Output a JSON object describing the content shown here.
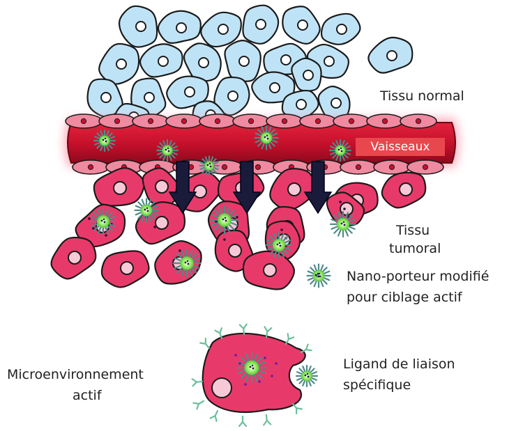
{
  "labels": {
    "normal_tissue": "Tissu normal",
    "vessel": "Vaisseaux",
    "tumor_line1": "Tissu",
    "tumor_line2": "tumoral",
    "legend_nano_line1": "Nano-porteur modifié",
    "legend_nano_line2": "pour ciblage actif",
    "ligand_line1": "Ligand de liaison",
    "ligand_line2": "spécifique",
    "micro_line1": "Microenvironnement",
    "micro_line2": "actif"
  },
  "colors": {
    "normal_cell_fill": "#bfe3f6",
    "tumor_cell_fill": "#e83a6a",
    "nucleus_fill": "#f7c9d6",
    "vessel_fill": "#c0102a",
    "vessel_glow": "#ff9eb0",
    "endothelial_fill": "#f08aa0",
    "arrow_fill": "#1a1a3a",
    "nanocarrier_core": "#7de84a",
    "nanocarrier_spikes": "#4f8a8a",
    "ligand": "#6bbf9a"
  },
  "icons": {
    "nanocarrier": "nanocarrier-icon",
    "ligand": "ligand-icon",
    "arrow": "extravasation-arrow-icon"
  }
}
